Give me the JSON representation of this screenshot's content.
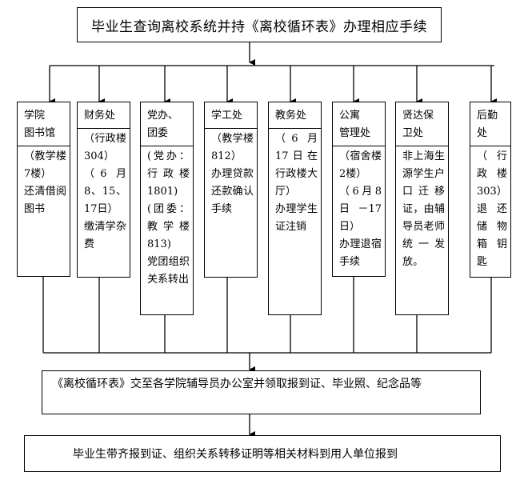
{
  "top_process": "毕业生查询离校系统并持《离校循环表》办理相应手续",
  "departments": [
    {
      "name": "学院\n图书馆",
      "detail": "（教学楼7楼）\n还清借阅图书"
    },
    {
      "name": "财务处",
      "detail": "（行政楼304）\n（6 月8、15、17日）\n缴清学杂费"
    },
    {
      "name": "党办、\n团委",
      "detail": "(党办：行政楼1801)\n(团委：教学楼813)\n党团组织关系转出"
    },
    {
      "name": "学工处",
      "detail": "（教学楼812）\n办理贷款还款确认手续"
    },
    {
      "name": "教务处",
      "detail": "（6 月17日在行政楼大厅）\n办理学生证注销"
    },
    {
      "name": "公寓\n管理处",
      "detail": "（宿舍楼2楼）\n（6月8日－17日）\n办理退宿手续"
    },
    {
      "name": "贤达保\n卫处",
      "detail": "非上海生源学生户口迁移证，由辅导员老师统一发放。"
    },
    {
      "name": "后勤\n处",
      "detail": "（行政楼303）\n退还储物箱钥匙"
    }
  ],
  "step2": "《离校循环表》交至各学院辅导员办公室并领取报到证、毕业照、纪念品等",
  "step3": "毕业生带齐报到证、组织关系转移证明等相关材料到用人单位报到"
}
